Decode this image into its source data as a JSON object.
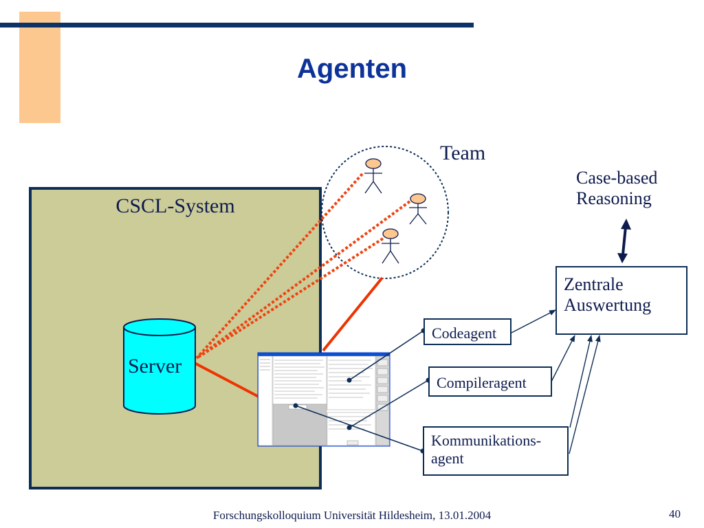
{
  "slide": {
    "title": "Agenten",
    "footer": "Forschungskolloquium Universität Hildesheim, 13.01.2004",
    "page_number": "40"
  },
  "diagram": {
    "cscl_system": "CSCL-System",
    "server": "Server",
    "team": "Team",
    "cbr_line1": "Case-based",
    "cbr_line2": "Reasoning",
    "zentrale_line1": "Zentrale",
    "zentrale_line2": "Auswertung",
    "codeagent": "Codeagent",
    "compileragent": "Compileragent",
    "komm_line1": "Kommunikations-",
    "komm_line2": "agent"
  },
  "colors": {
    "title": "#0d3399",
    "rule": "#0d3366",
    "accent": "#fcc890",
    "cscl_fill": "#cccc99",
    "server_fill": "#00ffff",
    "red_link": "#ee3300",
    "dotted_link": "#ee4411"
  }
}
